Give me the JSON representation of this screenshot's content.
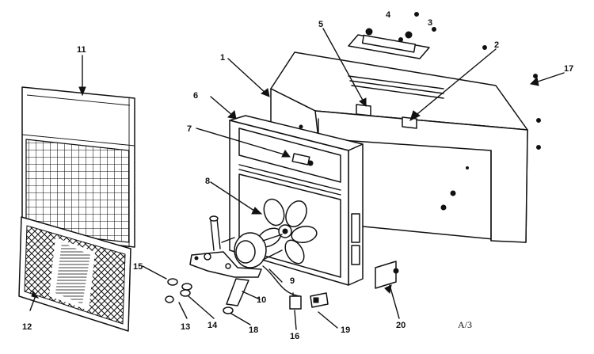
{
  "diagram": {
    "sheet_label": "A/3",
    "callouts": {
      "c1": "1",
      "c2": "2",
      "c3": "3",
      "c4": "4",
      "c5": "5",
      "c6": "6",
      "c7": "7",
      "c8": "8",
      "c9": "9",
      "c10": "10",
      "c11": "11",
      "c12": "12",
      "c13": "13",
      "c14": "14",
      "c15": "15",
      "c16": "16",
      "c17": "17",
      "c18": "18",
      "c19": "19",
      "c20": "20"
    }
  }
}
